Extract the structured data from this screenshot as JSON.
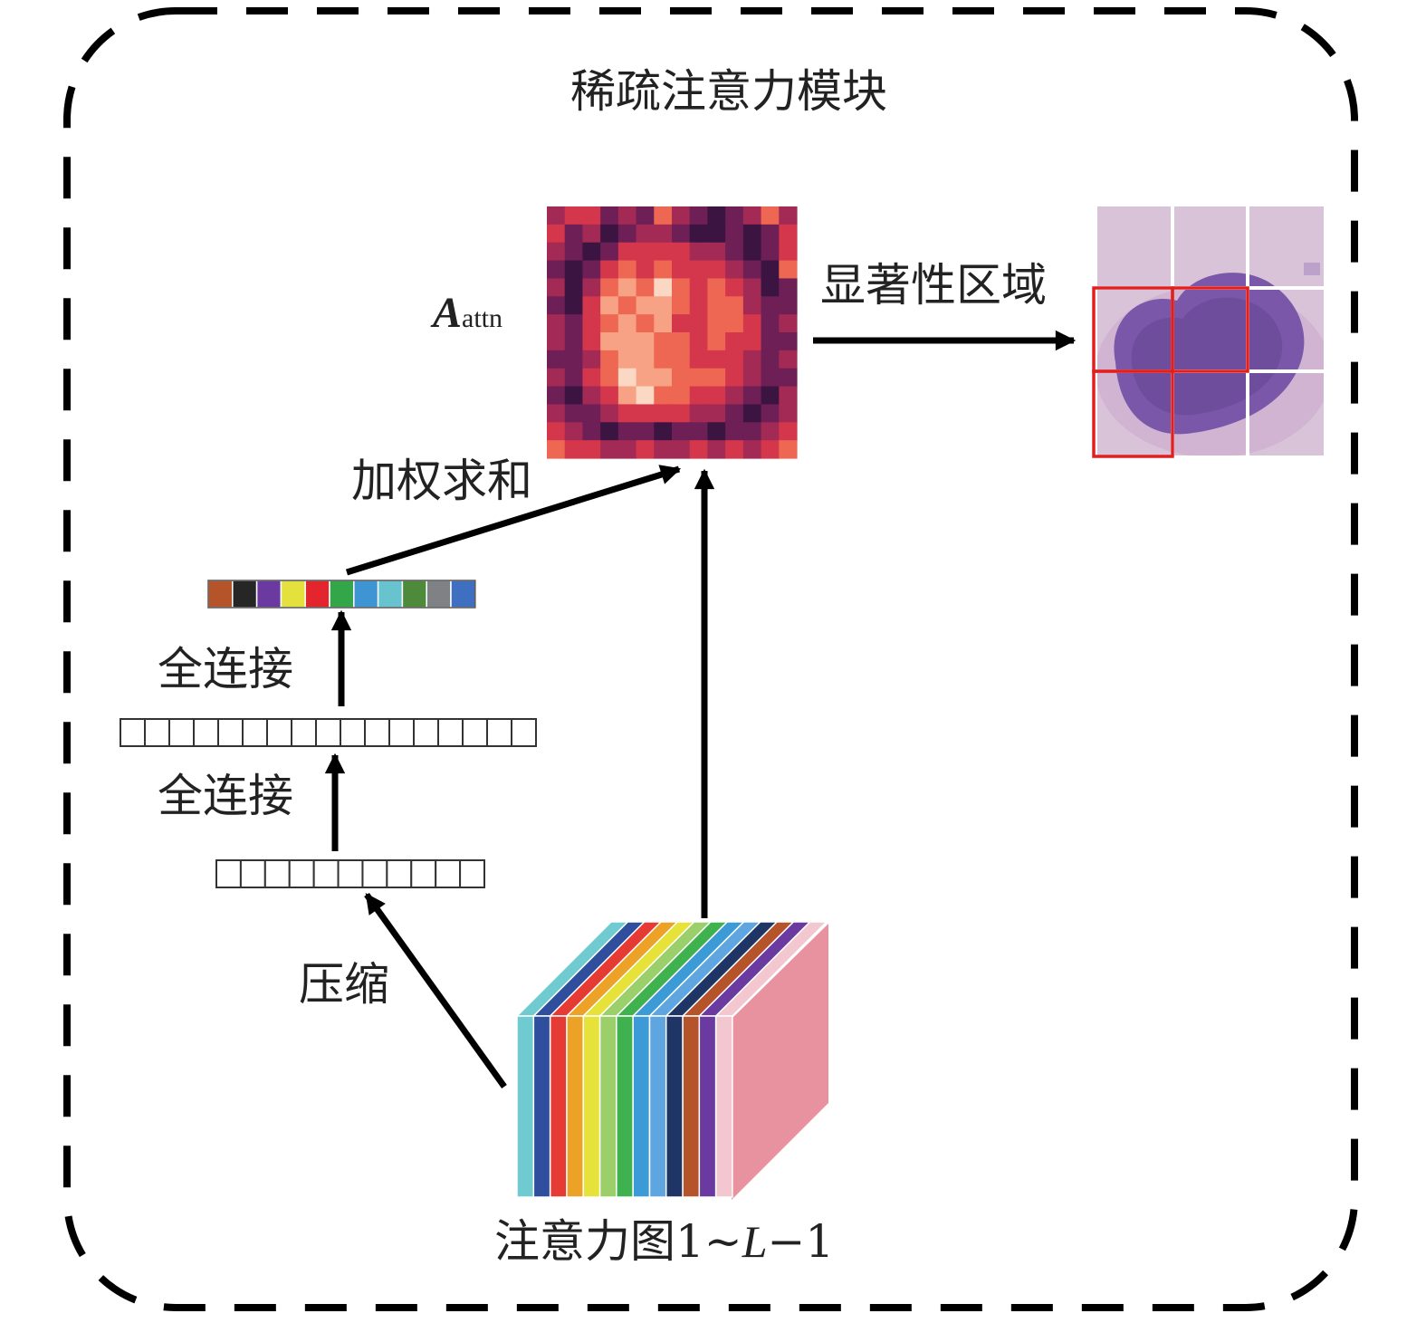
{
  "title": "稀疏注意力模块",
  "labels": {
    "attn_symbol": "A",
    "attn_subscript": "attn",
    "salient_region": "显著性区域",
    "weighted_sum": "加权求和",
    "fc_upper": "全连接",
    "fc_lower": "全连接",
    "compress": "压缩",
    "attention_maps_prefix": "注意力图1~",
    "attention_maps_var": "L",
    "attention_maps_suffix": "−1"
  },
  "colors": {
    "weight_vector": [
      "#b5532a",
      "#262626",
      "#6a3aa0",
      "#e3e13e",
      "#e3262e",
      "#33a64a",
      "#3f94d3",
      "#67c4cf",
      "#4d8a3a",
      "#7f8285",
      "#3e6fc0"
    ],
    "attention_layers": [
      "#6fcbd0",
      "#2f4f9e",
      "#e63a34",
      "#eba226",
      "#e6e23a",
      "#9bcf6a",
      "#3fb14e",
      "#3c9bd6",
      "#5fa6e0",
      "#1f3566",
      "#b5532a",
      "#6a3aa0",
      "#f3c7cf"
    ],
    "cube_front": "#e8929f",
    "heatmap": [
      "#3c1441",
      "#6e1f55",
      "#a22a55",
      "#d4364b",
      "#ee6752",
      "#f7a285",
      "#fbd8c4"
    ],
    "cell_bg": "#d9c2d8",
    "nucleus": "#7a56a8",
    "box_red": "#e02020"
  },
  "heatmap_values": [
    [
      2,
      3,
      3,
      1,
      2,
      1,
      4,
      2,
      1,
      0,
      1,
      2,
      4,
      2
    ],
    [
      3,
      1,
      2,
      0,
      1,
      2,
      2,
      1,
      0,
      0,
      1,
      0,
      1,
      3
    ],
    [
      2,
      1,
      0,
      1,
      3,
      3,
      3,
      3,
      2,
      2,
      1,
      0,
      1,
      3
    ],
    [
      1,
      0,
      1,
      3,
      4,
      3,
      4,
      3,
      3,
      3,
      2,
      1,
      0,
      4
    ],
    [
      2,
      0,
      2,
      4,
      5,
      4,
      6,
      4,
      3,
      4,
      3,
      2,
      0,
      1
    ],
    [
      1,
      0,
      3,
      5,
      4,
      5,
      5,
      4,
      3,
      4,
      4,
      2,
      1,
      1
    ],
    [
      2,
      1,
      3,
      4,
      5,
      4,
      5,
      3,
      3,
      4,
      4,
      3,
      1,
      2
    ],
    [
      2,
      1,
      3,
      5,
      5,
      5,
      4,
      4,
      3,
      4,
      3,
      3,
      1,
      1
    ],
    [
      1,
      1,
      2,
      4,
      5,
      5,
      4,
      4,
      3,
      3,
      3,
      2,
      1,
      2
    ],
    [
      2,
      1,
      3,
      4,
      6,
      5,
      5,
      4,
      4,
      4,
      3,
      2,
      1,
      1
    ],
    [
      1,
      0,
      2,
      3,
      5,
      6,
      4,
      4,
      3,
      3,
      2,
      1,
      0,
      2
    ],
    [
      2,
      1,
      1,
      2,
      3,
      3,
      3,
      3,
      2,
      2,
      1,
      0,
      1,
      2
    ],
    [
      3,
      2,
      1,
      0,
      1,
      1,
      0,
      1,
      1,
      0,
      1,
      1,
      2,
      3
    ],
    [
      4,
      3,
      3,
      2,
      2,
      3,
      2,
      2,
      3,
      2,
      3,
      2,
      3,
      4
    ]
  ],
  "fc_sizes": {
    "upper": 17,
    "lower": 11
  }
}
